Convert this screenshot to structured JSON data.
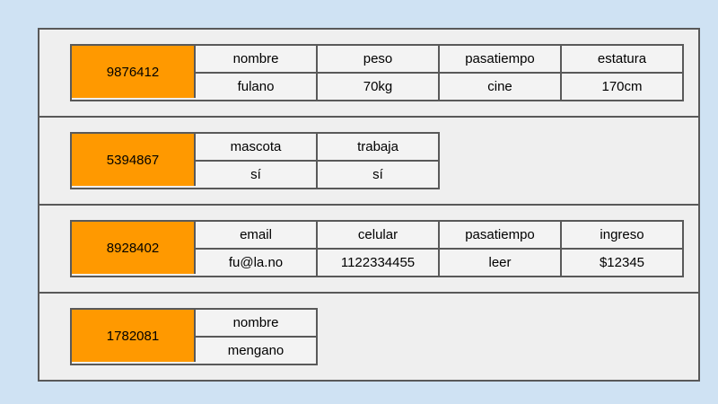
{
  "records": [
    {
      "id": "9876412",
      "fields": [
        {
          "name": "nombre",
          "value": "fulano"
        },
        {
          "name": "peso",
          "value": "70kg"
        },
        {
          "name": "pasatiempo",
          "value": "cine"
        },
        {
          "name": "estatura",
          "value": "170cm"
        }
      ]
    },
    {
      "id": "5394867",
      "fields": [
        {
          "name": "mascota",
          "value": "sí"
        },
        {
          "name": "trabaja",
          "value": "sí"
        }
      ]
    },
    {
      "id": "8928402",
      "fields": [
        {
          "name": "email",
          "value": "fu@la.no"
        },
        {
          "name": "celular",
          "value": "1122334455"
        },
        {
          "name": "pasatiempo",
          "value": "leer"
        },
        {
          "name": "ingreso",
          "value": "$12345"
        }
      ]
    },
    {
      "id": "1782081",
      "fields": [
        {
          "name": "nombre",
          "value": "mengano"
        }
      ]
    }
  ],
  "colors": {
    "background": "#cfe2f3",
    "key_fill": "#ff9900",
    "border": "#595959"
  }
}
